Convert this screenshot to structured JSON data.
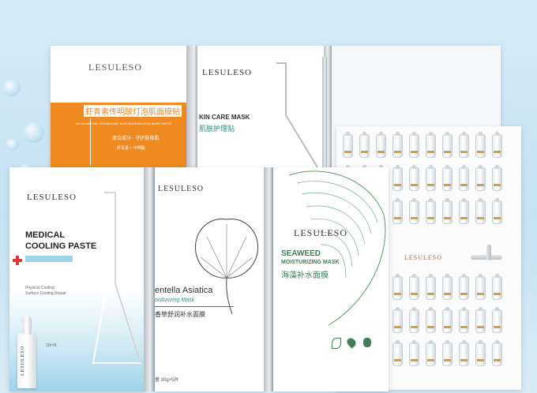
{
  "colors": {
    "background": "#cfe6f4",
    "orange": "#ee8a1f",
    "seaweed_green": "#3f7f52",
    "teal_text": "#2f8a87",
    "gold_band": "#c9a24a"
  },
  "box1": {
    "brand": "LESULESO",
    "title_cn": "虾青素传明酸灯泡肌面膜贴",
    "subtitle_en": "ASTAXANTHIN TRANEXAMIC ACID BULB MUSCLE MASK PASTE",
    "tag_cn": "双合成分 · 守护肤夜肌",
    "sub_tag_cn": "虾青素 + 传明酸"
  },
  "box2": {
    "brand": "LESULESO",
    "title_en": "KIN CARE MASK",
    "title_cn": "肌肤护理贴"
  },
  "box3": {
    "brand": "LESULESO",
    "title_line1": "MEDICAL",
    "title_line2": "COOLING PASTE",
    "desc_line1": "Physical Cooling",
    "desc_line2": "Surface Cooling Repair",
    "bottle_brand": "LESULESO",
    "footer": "1片×5"
  },
  "box4": {
    "brand": "LESULESO",
    "title_en": "entella Asiatica",
    "subtitle_en": "oisturizing Mask",
    "title_cn": "香草舒润补水面膜",
    "footer": "量 30g×5片"
  },
  "box5": {
    "brand": "LESULESO",
    "title_line1": "SEAWEED",
    "title_line2": "MOISTURIZING MASK",
    "title_cn": "海藻补水面膜"
  },
  "box6": {
    "brand": "LESULESO"
  }
}
